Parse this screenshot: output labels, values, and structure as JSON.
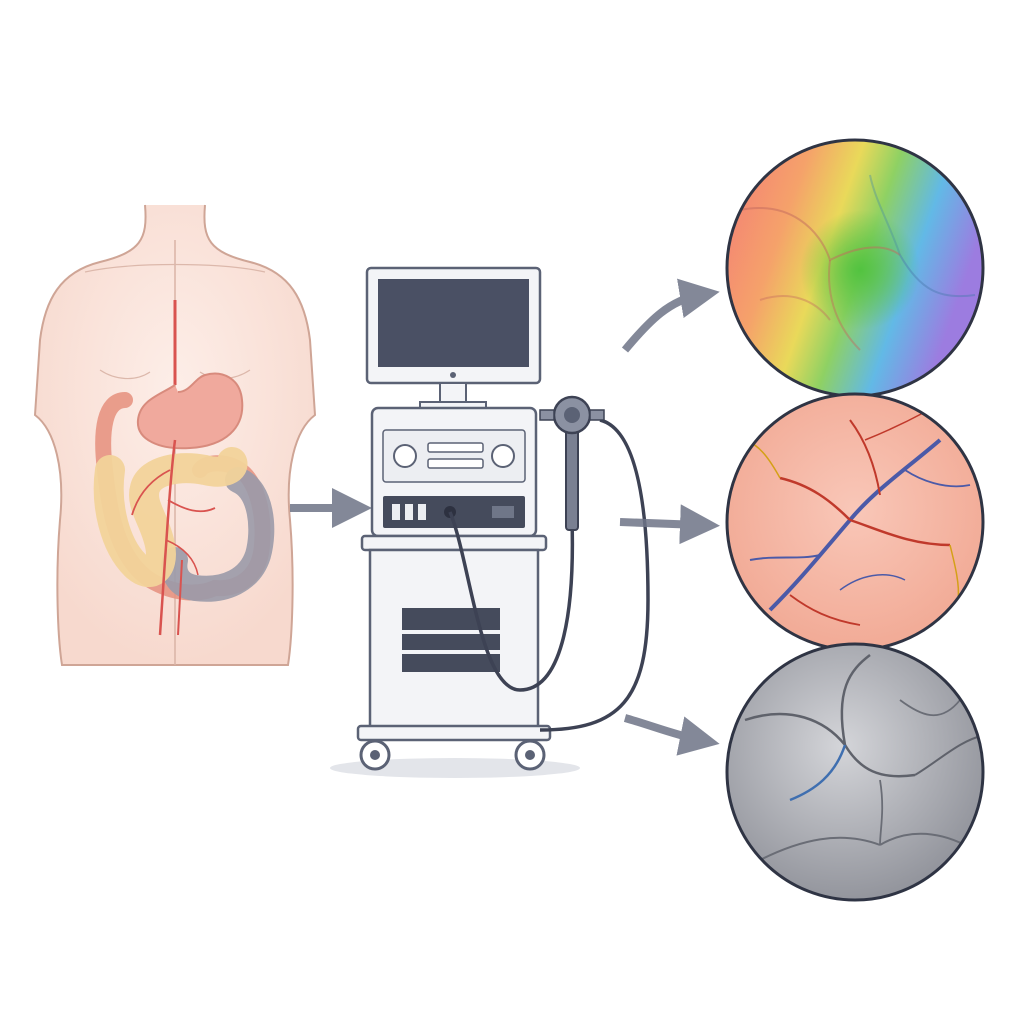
{
  "colors": {
    "background": "#ffffff",
    "skin": "#fbe6df",
    "skin_outline": "#cfa596",
    "stomach": "#f0a99d",
    "small_intestine": "#f2d39a",
    "large_intestine": "#9a9aa8",
    "vessel_red": "#d9534f",
    "machine_body": "#f3f4f7",
    "machine_outline": "#5b6275",
    "screen": "#4a5064",
    "cable": "#3d4254",
    "arrow": "#6e7487",
    "panel_dark": "#454b5c"
  },
  "diagram": {
    "stages": [
      {
        "name": "patient-torso",
        "icon": "torso-digestive-organs-icon"
      },
      {
        "name": "endoscopy-system",
        "icon": "endoscope-cart-icon"
      },
      {
        "name": "tissue-views",
        "icon": "magnified-tissue-icon"
      }
    ],
    "views": [
      {
        "name": "view-spectral-heatmap",
        "kind": "rainbow-colored-mucosa"
      },
      {
        "name": "view-vascular-pattern",
        "kind": "pink-mucosa-with-vessels"
      },
      {
        "name": "view-grayscale-texture",
        "kind": "gray-mucosa-texture"
      }
    ]
  }
}
